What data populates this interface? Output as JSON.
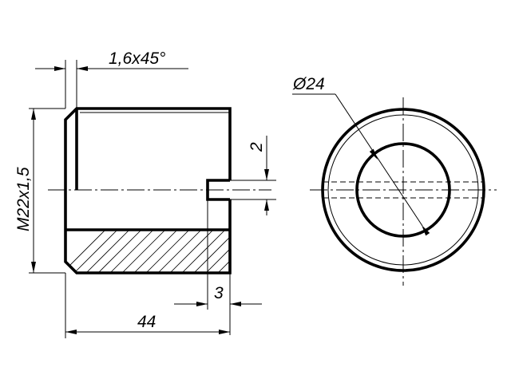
{
  "drawing": {
    "dimensions": {
      "chamfer": "1,6x45°",
      "outer_diameter": "Ø24",
      "groove_depth": "2",
      "thread": "M22x1,5",
      "groove_width": "3",
      "length": "44"
    }
  }
}
